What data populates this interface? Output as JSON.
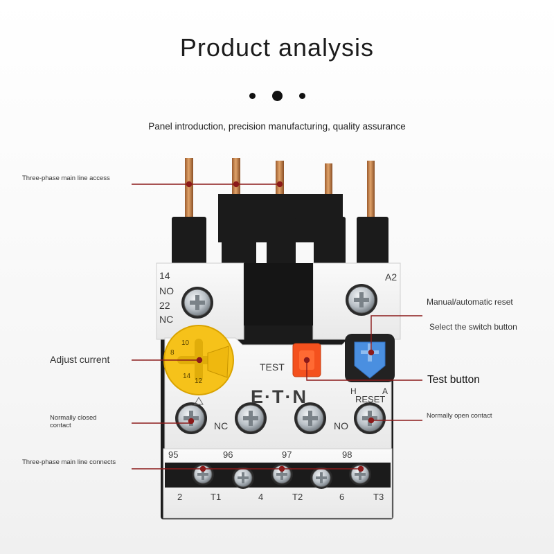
{
  "header": {
    "title": "Product analysis",
    "subtitle": "Panel introduction, precision manufacturing, quality assurance"
  },
  "callouts": {
    "three_phase_access": "Three-phase main line access",
    "manual_reset": "Manual/automatic reset",
    "select_switch": "Select the switch button",
    "adjust_current": "Adjust current",
    "test_button": "Test button",
    "normally_closed": "Normally closed contact",
    "normally_open": "Normally open contact",
    "three_phase_connects": "Three-phase main line connects"
  },
  "device": {
    "brand": "E·T·N",
    "top_left_terminal": [
      "14",
      "NO",
      "22",
      "NC"
    ],
    "top_right_terminal": "A2",
    "test_label": "TEST",
    "reset_label": "RESET",
    "reset_mode_h": "H",
    "reset_mode_a": "A",
    "dial_values": [
      "8",
      "10",
      "14",
      "12"
    ],
    "nc_label": "NC",
    "no_label": "NO",
    "contact_numbers": [
      "95",
      "96",
      "97",
      "98"
    ],
    "bottom_terminals": [
      "2",
      "T1",
      "4",
      "T2",
      "6",
      "T3"
    ]
  },
  "colors": {
    "callout_line": "#8b1a1a",
    "dial": "#f6c21a",
    "test_button": "#f4511e",
    "reset_button": "#4a8fe0",
    "copper": "#c98a52"
  }
}
